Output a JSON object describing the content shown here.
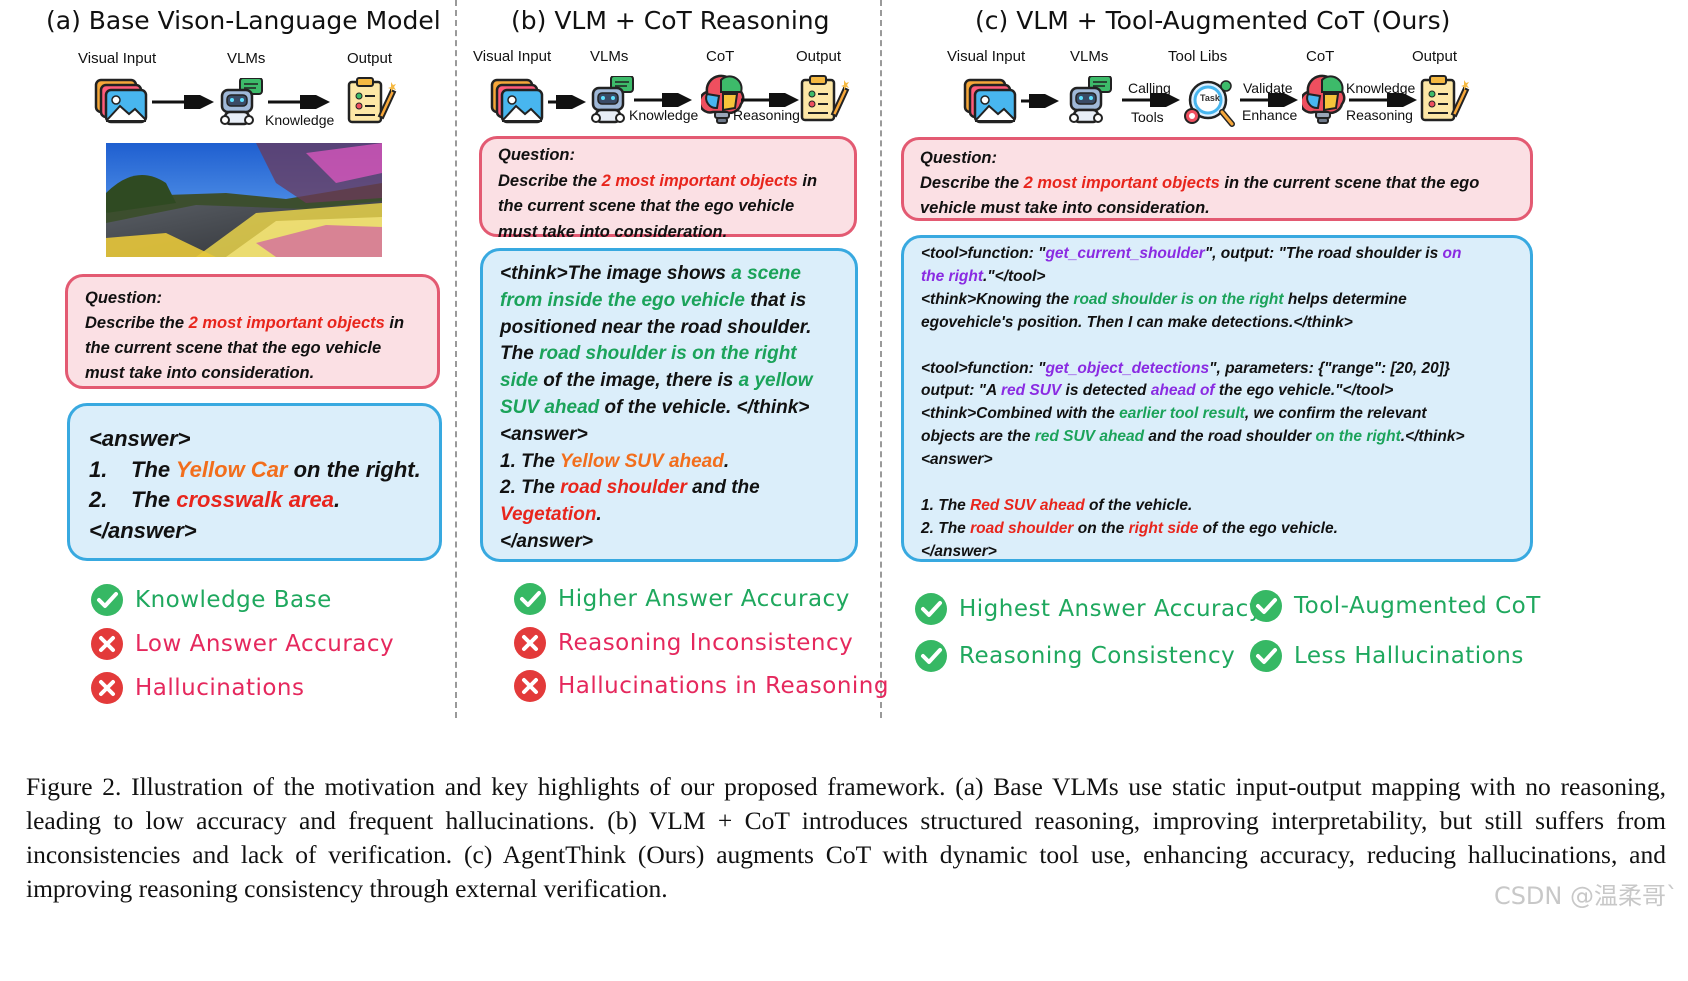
{
  "panels": [
    {
      "title": "(a) Base Vison-Language Model",
      "labels": [
        "Visual Input",
        "VLMs",
        "Output"
      ],
      "arrow_labels": [
        "Knowledge"
      ],
      "question": {
        "heading": "Question:",
        "pre": "Describe the ",
        "highlight": "2 most important objects",
        "post_lines": [
          " in",
          "the current scene that the ego vehicle",
          "must take into consideration."
        ]
      },
      "answer": {
        "open": "<answer>",
        "items": [
          {
            "num": "1.",
            "pre": "The ",
            "hl": "Yellow Car",
            "post": " on the right."
          },
          {
            "num": "2.",
            "pre": "The ",
            "hl": "crosswalk area",
            "post": "."
          }
        ],
        "close": "</answer>"
      },
      "highlights": [
        {
          "status": "good",
          "text": "Knowledge Base"
        },
        {
          "status": "bad",
          "text": "Low Answer Accuracy"
        },
        {
          "status": "bad",
          "text": "Hallucinations"
        }
      ]
    },
    {
      "title": "(b) VLM + CoT Reasoning",
      "labels": [
        "Visual Input",
        "VLMs",
        "CoT",
        "Output"
      ],
      "arrow_labels": [
        "Knowledge",
        "Reasoning"
      ],
      "question": {
        "heading": "Question:",
        "pre": "Describe the ",
        "highlight": "2 most important objects",
        "post_lines": [
          " in",
          "the current scene that the ego vehicle",
          "must take into consideration."
        ]
      },
      "think": [
        [
          "<think>The image shows ",
          "a scene"
        ],
        [
          "from inside the ego vehicle",
          " that is"
        ],
        [
          "positioned near the road shoulder."
        ],
        [
          "The ",
          "road shoulder is on the right"
        ],
        [
          "side",
          " of the image, there is ",
          "a yellow"
        ],
        [
          "SUV ahead",
          " of the vehicle. </think>"
        ]
      ],
      "answer": {
        "open": "<answer>",
        "line1": [
          "1. The ",
          "Yellow SUV ahead",
          "."
        ],
        "line2": [
          "2. The ",
          "road shoulder",
          " and the"
        ],
        "line3": [
          "Vegetation",
          "."
        ],
        "close": "</answer>"
      },
      "highlights": [
        {
          "status": "good",
          "text": "Higher Answer Accuracy"
        },
        {
          "status": "bad",
          "text": "Reasoning Inconsistency"
        },
        {
          "status": "bad",
          "text": "Hallucinations in Reasoning"
        }
      ]
    },
    {
      "title": "(c) VLM + Tool-Augmented CoT (Ours)",
      "labels": [
        "Visual Input",
        "VLMs",
        "Tool Libs",
        "CoT",
        "Output"
      ],
      "arrow_labels": [
        "Calling",
        "Tools",
        "Validate",
        "Enhance",
        "Knowledge",
        "Reasoning"
      ],
      "tool_badge": "Task",
      "question": {
        "heading": "Question:",
        "pre": "Describe the ",
        "highlight": "2 most important objects",
        "post_lines": [
          " in the current scene that the ego",
          "vehicle must take into consideration."
        ]
      },
      "trace": {
        "l1": [
          "<tool>function: \"",
          "get_current_shoulder",
          "\", output: \"The road shoulder is ",
          "on"
        ],
        "l2": [
          "the right",
          ".\"</tool>"
        ],
        "l3": [
          "<think>Knowing the ",
          "road shoulder is on the right",
          " helps determine"
        ],
        "l4": [
          "egovehicle's position. Then I can make detections.</think>"
        ],
        "l5": [
          "<tool>function: \"",
          "get_object_detections",
          "\", parameters: {\"range\": [20, 20]}"
        ],
        "l6": [
          "output: \"A ",
          "red SUV",
          " is detected ",
          "ahead of",
          " the ego vehicle.\"</tool>"
        ],
        "l7": [
          "<think>Combined with the ",
          "earlier tool result",
          ", we confirm the relevant"
        ],
        "l8": [
          "objects are the ",
          "red SUV ahead",
          " and the road shoulder ",
          "on the right",
          ".</think>"
        ],
        "l9": [
          "<answer>"
        ],
        "l10": [
          "1. The ",
          "Red SUV ahead",
          " of the vehicle."
        ],
        "l11": [
          "2. The ",
          "road shoulder",
          " on the ",
          "right side",
          " of the ego vehicle."
        ],
        "l12": [
          "</answer>"
        ]
      },
      "highlights": [
        {
          "status": "good",
          "text": "Highest Answer Accuracy"
        },
        {
          "status": "good",
          "text": "Tool-Augmented CoT"
        },
        {
          "status": "good",
          "text": "Reasoning Consistency"
        },
        {
          "status": "good",
          "text": "Less Hallucinations"
        }
      ]
    }
  ],
  "caption": "Figure 2. Illustration of the motivation and key highlights of our proposed framework. (a) Base VLMs use static input-output mapping with no reasoning, leading to low accuracy and frequent hallucinations. (b) VLM + CoT introduces structured reasoning, improving interpretability, but still suffers from inconsistencies and lack of verification. (c) AgentThink (Ours) augments CoT with dynamic tool use, enhancing accuracy, reducing hallucinations, and improving reasoning consistency through external verification.",
  "watermark": "CSDN @温柔哥`",
  "colors": {
    "question_border": "#e35a72",
    "question_bg": "#fbe0e4",
    "answer_border": "#38a9e0",
    "answer_bg": "#dbeefa",
    "good": "#1fa85e",
    "bad": "#e5285d"
  },
  "icons": [
    "image-stack-icon",
    "robot-icon",
    "document-pencil-icon",
    "brain-bulb-icon",
    "task-gears-icon",
    "check-icon",
    "cross-icon"
  ]
}
